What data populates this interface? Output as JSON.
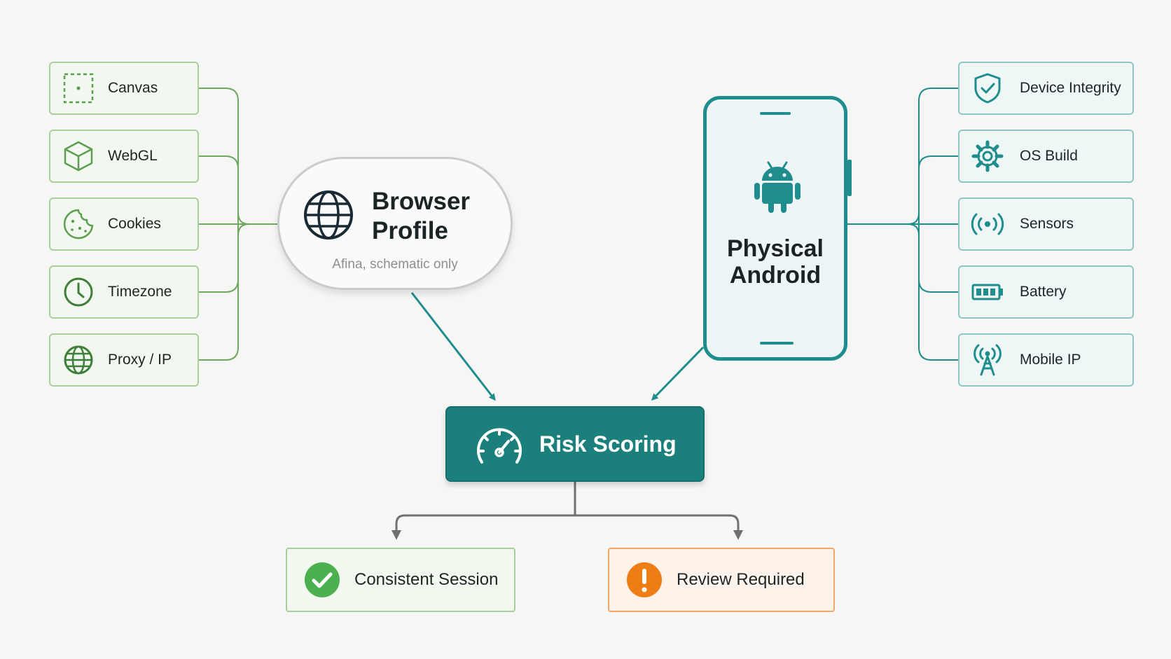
{
  "left_signals": [
    {
      "label": "Canvas",
      "icon": "canvas-icon"
    },
    {
      "label": "WebGL",
      "icon": "cube-icon"
    },
    {
      "label": "Cookies",
      "icon": "cookie-icon"
    },
    {
      "label": "Timezone",
      "icon": "clock-icon"
    },
    {
      "label": "Proxy / IP",
      "icon": "globe-icon"
    }
  ],
  "right_signals": [
    {
      "label": "Device Integrity",
      "icon": "shield-check-icon"
    },
    {
      "label": "OS Build",
      "icon": "gear-icon"
    },
    {
      "label": "Sensors",
      "icon": "broadcast-icon"
    },
    {
      "label": "Battery",
      "icon": "battery-icon"
    },
    {
      "label": "Mobile IP",
      "icon": "antenna-tower-icon"
    }
  ],
  "browser_profile": {
    "title": "Browser Profile",
    "subtitle": "Afina, schematic only",
    "icon": "globe-icon"
  },
  "physical_android": {
    "title": "Physical Android",
    "icon": "android-icon"
  },
  "risk_scoring": {
    "label": "Risk Scoring",
    "icon": "gauge-icon"
  },
  "outcomes": [
    {
      "label": "Consistent Session",
      "icon": "check-circle-icon"
    },
    {
      "label": "Review Required",
      "icon": "exclamation-circle-icon"
    }
  ],
  "colors": {
    "green": "#5a9e4e",
    "teal": "#1f8d8d",
    "risk_fill": "#1b7f7c",
    "ok": "#4caf50",
    "warn": "#ef7d16",
    "connector_gray": "#707070"
  }
}
